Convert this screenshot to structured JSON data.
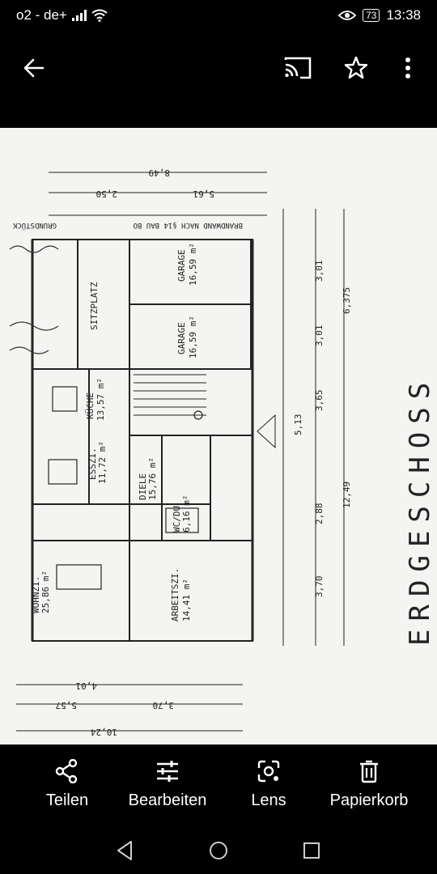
{
  "status": {
    "carrier": "o2 - de+",
    "battery": "73",
    "time": "13:38"
  },
  "topbar": {
    "back_icon": "arrow-left-icon",
    "cast_icon": "cast-icon",
    "star_icon": "star-icon",
    "menu_icon": "more-vert-icon"
  },
  "plan": {
    "title": "ERDGESCHOSS",
    "rooms": {
      "sitzplatz": "SITZPLATZ",
      "garage1": "GARAGE",
      "garage1_area": "16,59 m²",
      "garage2": "GARAGE",
      "garage2_area": "16,59 m²",
      "kuche": "KÜCHE",
      "kuche_area": "13,57 m²",
      "essz": "ESSZI.",
      "essz_area": "11,72 m²",
      "diele": "DIELE",
      "diele_area": "15,76 m²",
      "wohnz": "WOHNZI.",
      "wohnz_area": "25,86 m²",
      "wc": "WC/DU",
      "wc_area": "6,16 m²",
      "arbeitsz": "ARBEITSZI.",
      "arbeitsz_area": "14,41 m²"
    },
    "dims": {
      "d1": "8,49",
      "d2": "2,50",
      "d3": "5,61",
      "d4": "10,24",
      "d5": "5,57",
      "d6": "3,70",
      "d7": "4,01",
      "d8": "12,49",
      "d9": "3,70",
      "d10": "2,88",
      "d11": "5,13",
      "d12": "3,65",
      "d13": "3,01",
      "d14": "6,375",
      "d15": "3,01"
    },
    "wall_label": "BRANDWAND NACH §14 BAU BO",
    "neighbor_label": "GRUNDSTÜCK"
  },
  "actions": [
    {
      "label": "Teilen",
      "icon": "share-icon"
    },
    {
      "label": "Bearbeiten",
      "icon": "sliders-icon"
    },
    {
      "label": "Lens",
      "icon": "lens-icon"
    },
    {
      "label": "Papierkorb",
      "icon": "trash-icon"
    }
  ],
  "navbar": {
    "back": "nav-back-icon",
    "home": "nav-home-icon",
    "recents": "nav-recents-icon"
  }
}
